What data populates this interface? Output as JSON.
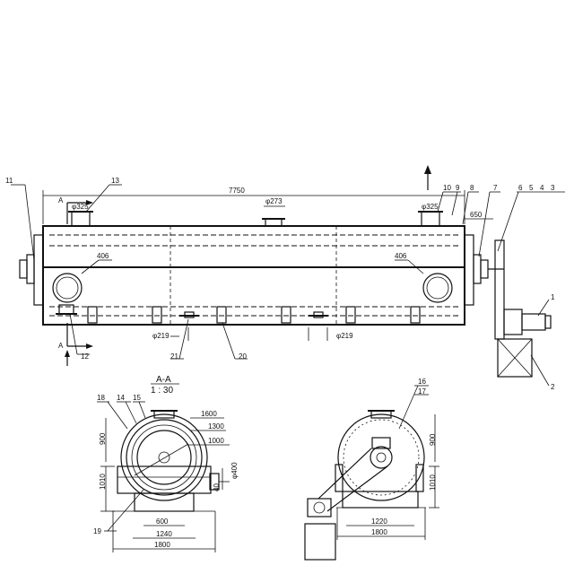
{
  "drawing": {
    "length_dim": "7750",
    "right_dim": "650",
    "nozzle_top_mid": "φ273",
    "nozzle_top_left": "φ325",
    "nozzle_top_right": "φ325",
    "manhole_left": "406",
    "manhole_right": "406",
    "nozzle_bottom_left": "φ219",
    "nozzle_bottom_right": "φ219",
    "section_mark": "A",
    "section_title": "A-A",
    "section_scale": "1 : 30",
    "section_a_dims": {
      "d1600": "1600",
      "d1300": "1300",
      "d1000": "1000",
      "h900": "900",
      "h1010": "1010",
      "w600": "600",
      "w1240": "1240",
      "w1800": "1800",
      "d400": "φ400"
    },
    "end_view_dims": {
      "h900": "900",
      "h1010": "1010",
      "w1220": "1220",
      "w1800": "1800"
    },
    "callouts": {
      "c1": "1",
      "c2": "2",
      "c3": "3",
      "c4": "4",
      "c5": "5",
      "c6": "6",
      "c7": "7",
      "c8": "8",
      "c9": "9",
      "c10": "10",
      "c11": "11",
      "c12": "12",
      "c13": "13",
      "c14": "14",
      "c15": "15",
      "c16": "16",
      "c17": "17",
      "c18": "18",
      "c19": "19",
      "c20": "20",
      "c21": "21"
    },
    "misc_dim_40": "40"
  }
}
